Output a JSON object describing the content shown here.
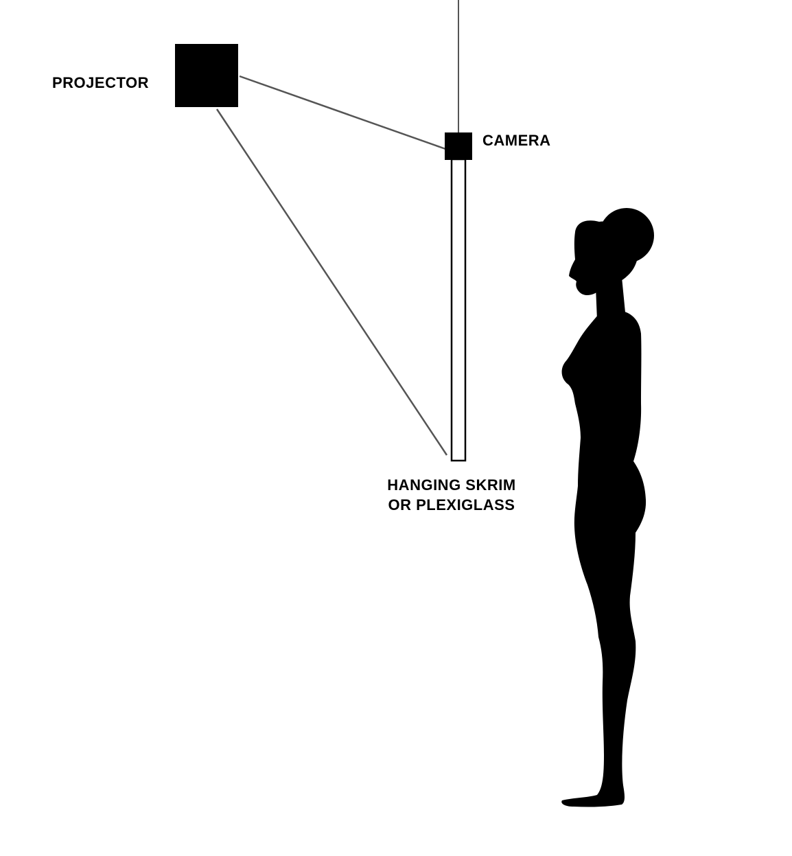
{
  "labels": {
    "projector": "PROJECTOR",
    "camera": "CAMERA",
    "skrim_line1": "HANGING SKRIM",
    "skrim_line2": "OR PLEXIGLASS"
  },
  "colors": {
    "background": "#ffffff",
    "solid": "#000000",
    "line": "#555555"
  }
}
